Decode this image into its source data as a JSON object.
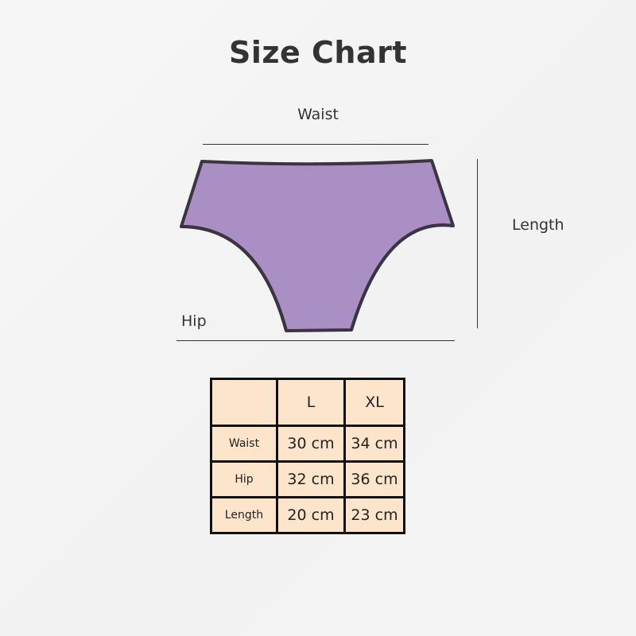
{
  "title": "Size Chart",
  "labels": {
    "waist": "Waist",
    "length": "Length",
    "hip": "Hip"
  },
  "garment": {
    "fill_color": "#a98fc3",
    "outline_color": "#3a3540"
  },
  "table": {
    "header": [
      "",
      "L",
      "XL"
    ],
    "rows": [
      {
        "label": "Waist",
        "values": [
          "30 cm",
          "34 cm"
        ]
      },
      {
        "label": "Hip",
        "values": [
          "32 cm",
          "36 cm"
        ]
      },
      {
        "label": "Length",
        "values": [
          "20 cm",
          "23 cm"
        ]
      }
    ],
    "cell_color": "#fde5cc"
  }
}
